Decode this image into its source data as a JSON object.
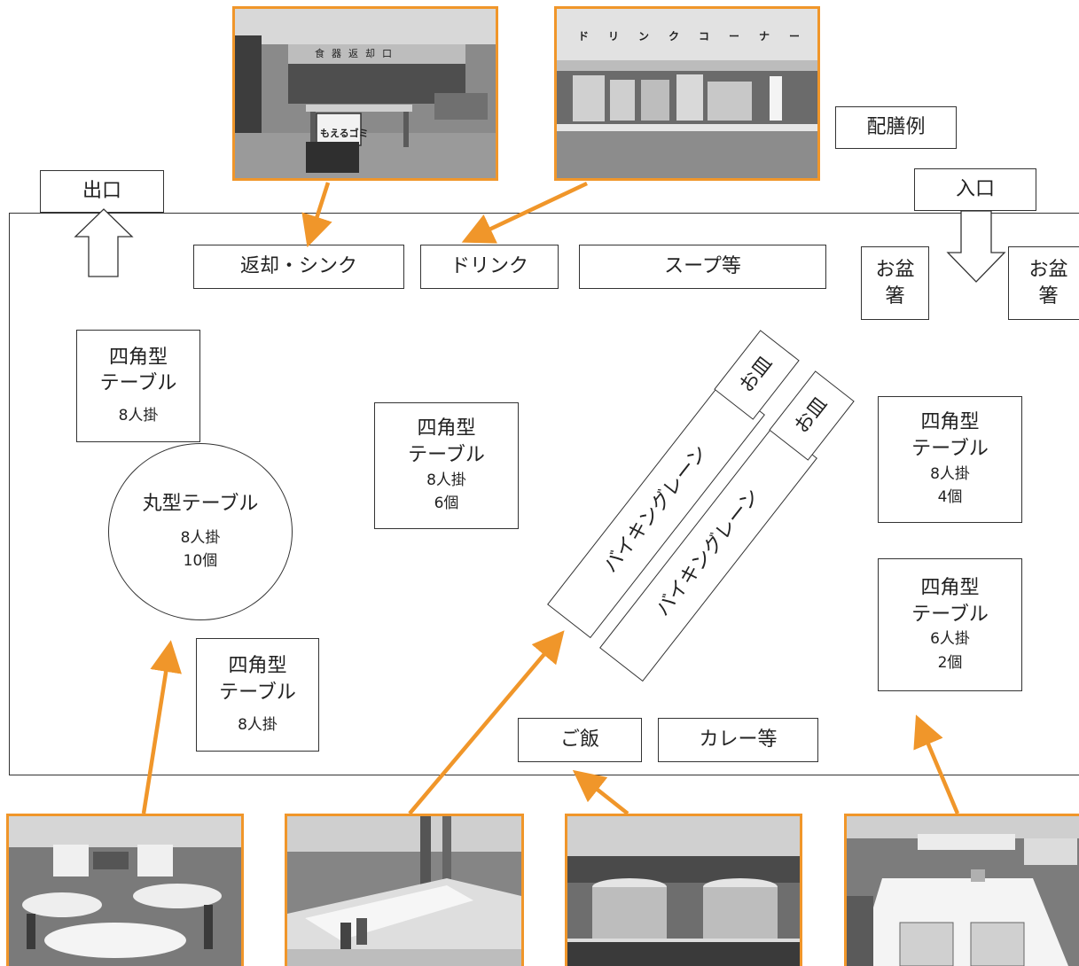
{
  "colors": {
    "arrow": "#f0962a",
    "line": "#333333",
    "photo_border": "#f0962a"
  },
  "labels": {
    "exit": "出口",
    "entrance": "入口",
    "haizen_example": "配膳例",
    "return_sink": "返却・シンク",
    "drink": "ドリンク",
    "soup": "スープ等",
    "tray_left": "お盆\n箸",
    "tray_right": "お盆\n箸",
    "plate_1": "お皿",
    "plate_2": "お皿",
    "viking_lane_1": "バイキングレーン",
    "viking_lane_2": "バイキングレーン",
    "rice": "ご飯",
    "curry": "カレー等"
  },
  "tables": {
    "square_top_left": {
      "name": "四角型\nテーブル",
      "seats": "8人掛"
    },
    "square_center": {
      "name": "四角型\nテーブル",
      "seats": "8人掛",
      "count": "6個"
    },
    "round": {
      "name": "丸型テーブル",
      "seats": "8人掛",
      "count": "10個"
    },
    "square_bottom_left": {
      "name": "四角型\nテーブル",
      "seats": "8人掛"
    },
    "square_right_top": {
      "name": "四角型\nテーブル",
      "seats": "8人掛",
      "count": "4個"
    },
    "square_right_bottom": {
      "name": "四角型\nテーブル",
      "seats": "6人掛",
      "count": "2個"
    }
  },
  "photos": {
    "return_area": {
      "sign": "もえるゴミ",
      "banner": "食器返却口"
    },
    "drink_corner": {
      "banner": "ドリンクコーナー"
    },
    "round_tables": {},
    "buffet_line": {},
    "rice_cookers": {},
    "square_tables": {}
  }
}
